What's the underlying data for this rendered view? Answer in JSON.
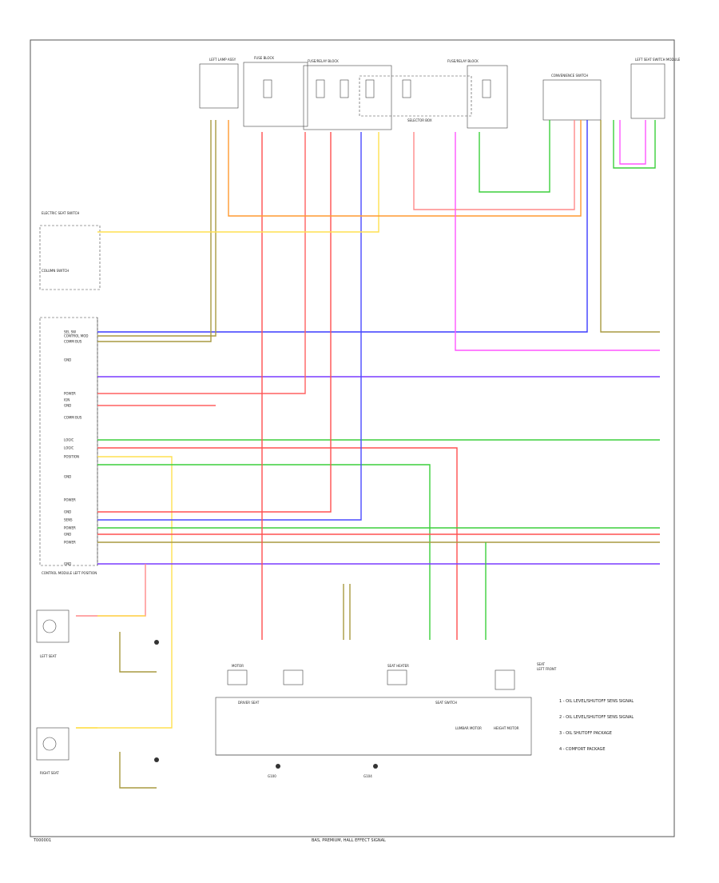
{
  "diagram": {
    "footer_left": "T000001",
    "footer_center": "BAS, PREMIUM, HALL EFFECT SIGNAL",
    "legend": [
      "1 - OIL LEVEL/SHUTOFF SENS SIGNAL",
      "2 - OIL LEVEL/SHUTOFF SENS SIGNAL",
      "3 - OIL SHUTOFF PACKAGE",
      "4 - COMFORT PACKAGE"
    ],
    "module_pins": [
      "SEL SW",
      "CONTROL MOD",
      "COMM BUS",
      "GND",
      "POWER",
      "IGN",
      "GND",
      "COMM BUS",
      "LOGIC",
      "LOGIC",
      "POSITION",
      "GND",
      "POWER",
      "GND",
      "SENS",
      "POWER",
      "GND",
      "POWER",
      "GND"
    ],
    "module_label": "CONTROL MODULE LEFT POSITION",
    "top_labels": [
      "LEFT LAMP ASSY",
      "FUSE BLOCK",
      "FUSE/RELAY BLOCK",
      "FUSE/RELAY BLOCK",
      "SELECTOR BOX",
      "CONVENIENCE SWITCH",
      "LEFT SEAT SWITCH MODULE"
    ],
    "left_labels": [
      "ELECTRIC SEAT SWITCH",
      "COLUMN SWITCH",
      "LEFT SEAT",
      "RIGHT SEAT"
    ],
    "bottom_labels": [
      "DRIVER SEAT",
      "MOTOR",
      "SEAT HEATER",
      "SEAT SWITCH",
      "LUMBAR MOTOR",
      "HEIGHT MOTOR",
      "SEAT",
      "LEFT FRONT",
      "G100",
      "G104"
    ]
  }
}
